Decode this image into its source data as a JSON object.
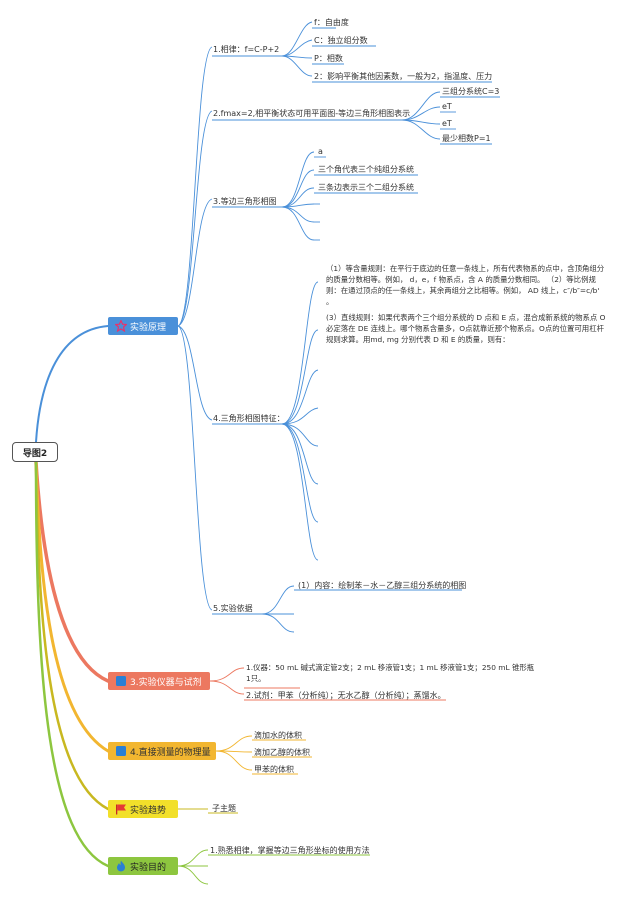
{
  "root": "导图2",
  "branches": {
    "principle": {
      "label": "实验原理",
      "icon": "star-icon",
      "color": "#4a90d9",
      "phase_rule": {
        "title": "1.相律：f=C-P+2",
        "items": [
          "f：自由度",
          "C：独立组分数",
          "P：相数",
          "2：影响平衡其他因素数，一般为2，指温度、压力"
        ]
      },
      "fmax": {
        "title": "2.fmax=2,相平衡状态可用平面图-等边三角形相图表示",
        "items": [
          "三组分系统C=3",
          "eT",
          "eT",
          "最少相数P=1"
        ]
      },
      "triangle": {
        "title": "3.等边三角形相图",
        "items": [
          "a",
          "三个角代表三个纯组分系统",
          "三条边表示三个二组分系统"
        ]
      },
      "features": {
        "title": "4.三角形相图特征：",
        "para1": "（1）等含量规则：在平行于底边的任意一条线上，所有代表物系的点中，含顶角组分的质量分数相等。例如， d，e，f 物系点，含 A 的质量分数相同。 （2）等比例规则：在通过顶点的任一条线上，其余两组分之比相等。例如， AD 线上，c″/b″=c/b' 。",
        "para2": "(3）直线规则：如果代表两个三个组分系统的 D 点和 E 点，混合成新系统的物系点 O 必定落在 DE 连线上。哪个物系含量多，O点就靠近那个物系点。O点的位置可用杠杆规则求算。用md, mg 分别代表 D 和 E 的质量，则有："
      },
      "basis": {
        "title": "5.实验依据",
        "items": [
          "(1）内容：绘制苯－水－乙醇三组分系统的相图"
        ]
      }
    },
    "instruments": {
      "label": "3.实验仪器与试剂",
      "icon": "flag-icon",
      "color": "#ec7860",
      "items": [
        "1.仪器：50 mL 碱式滴定管2支；2 mL 移液管1支；1 mL 移液管1支；250 mL 锥形瓶1只。",
        "2.试剂：甲苯（分析纯）；无水乙醇（分析纯）；蒸馏水。"
      ]
    },
    "measure": {
      "label": "4.直接测量的物理量",
      "icon": "flag-icon",
      "color": "#f2b630",
      "items": [
        "滴加水的体积",
        "滴加乙醇的体积",
        "甲苯的体积"
      ]
    },
    "trend": {
      "label": "实验趋势",
      "icon": "red-flag-icon",
      "color": "#f2e02a",
      "items": [
        "子主题"
      ]
    },
    "goal": {
      "label": "实验目的",
      "icon": "fire-icon",
      "color": "#8dc63f",
      "items": [
        "1.熟悉相律，掌握等边三角形坐标的使用方法"
      ]
    }
  }
}
